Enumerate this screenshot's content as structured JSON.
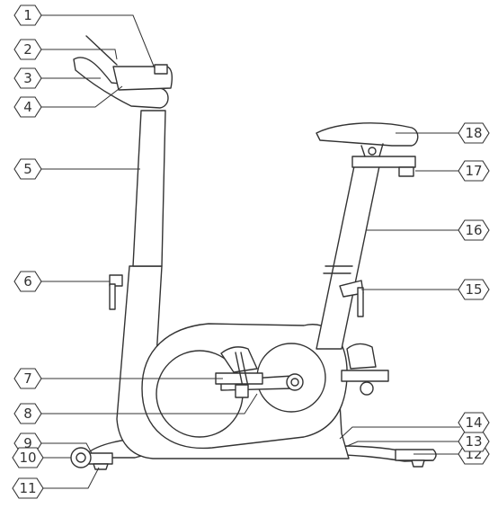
{
  "diagram": {
    "subject": "exercise bike exploded callout diagram",
    "line_color": "#333333",
    "background": "#ffffff",
    "callouts": [
      {
        "number": "1"
      },
      {
        "number": "2"
      },
      {
        "number": "3"
      },
      {
        "number": "4"
      },
      {
        "number": "5"
      },
      {
        "number": "6"
      },
      {
        "number": "7"
      },
      {
        "number": "8"
      },
      {
        "number": "9"
      },
      {
        "number": "10"
      },
      {
        "number": "11"
      },
      {
        "number": "12"
      },
      {
        "number": "13"
      },
      {
        "number": "14"
      },
      {
        "number": "15"
      },
      {
        "number": "16"
      },
      {
        "number": "17"
      },
      {
        "number": "18"
      }
    ]
  }
}
